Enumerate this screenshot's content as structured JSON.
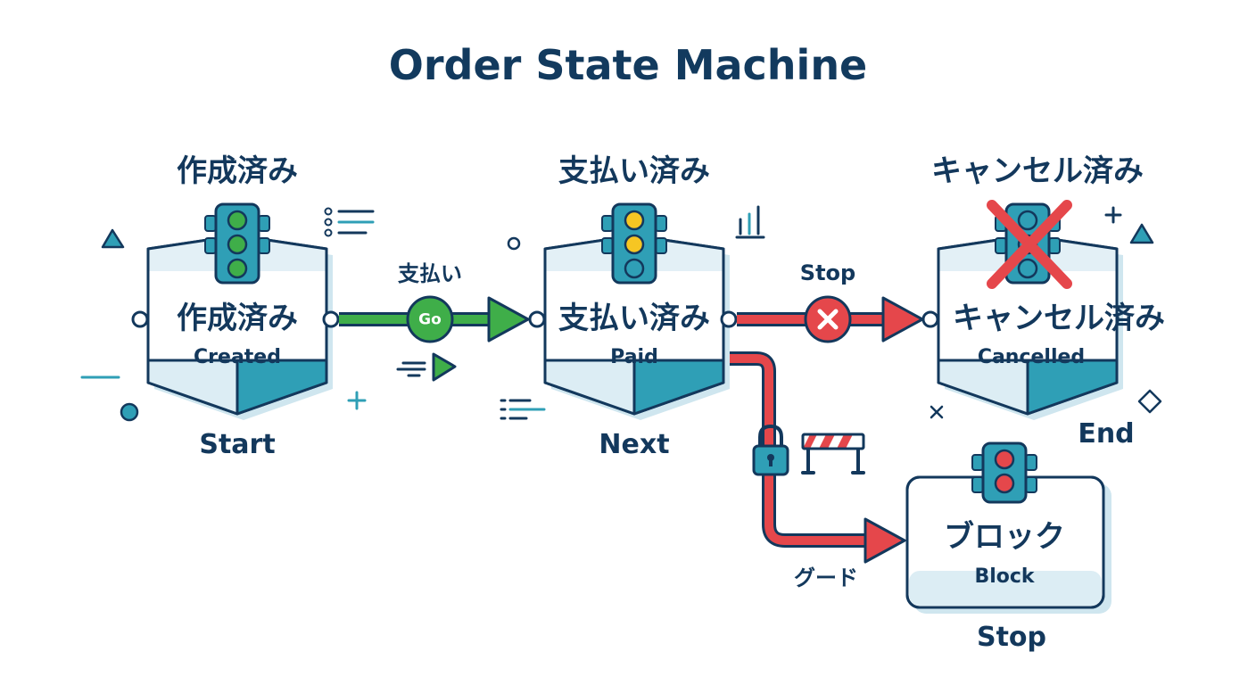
{
  "title": "Order State Machine",
  "colors": {
    "navy": "#13385c",
    "green": "#3fae49",
    "red": "#e5474b",
    "teal": "#2f9fb6",
    "light_fill": "#dcedf4",
    "yellow": "#f6c623"
  },
  "states": {
    "created": {
      "header": "作成済み",
      "label_jp": "作成済み",
      "label_en": "Created",
      "caption": "Start",
      "light": "green"
    },
    "paid": {
      "header": "支払い済み",
      "label_jp": "支払い済み",
      "label_en": "Paid",
      "caption": "Next",
      "light": "yellow"
    },
    "cancelled": {
      "header": "キャンセル済み",
      "label_jp": "キャンセル済み",
      "label_en": "Cancelled",
      "caption": "End",
      "light": "crossed-out"
    },
    "block": {
      "label_jp": "ブロック",
      "label_en": "Block",
      "caption": "Stop",
      "light": "red"
    }
  },
  "transitions": {
    "pay": {
      "label": "支払い",
      "badge": "Go",
      "icon": "go-arrow-icon"
    },
    "cancel": {
      "label": "Stop",
      "icon": "x-circle-icon"
    },
    "guard": {
      "label": "グード",
      "icons": [
        "padlock-icon",
        "barrier-icon"
      ]
    }
  }
}
